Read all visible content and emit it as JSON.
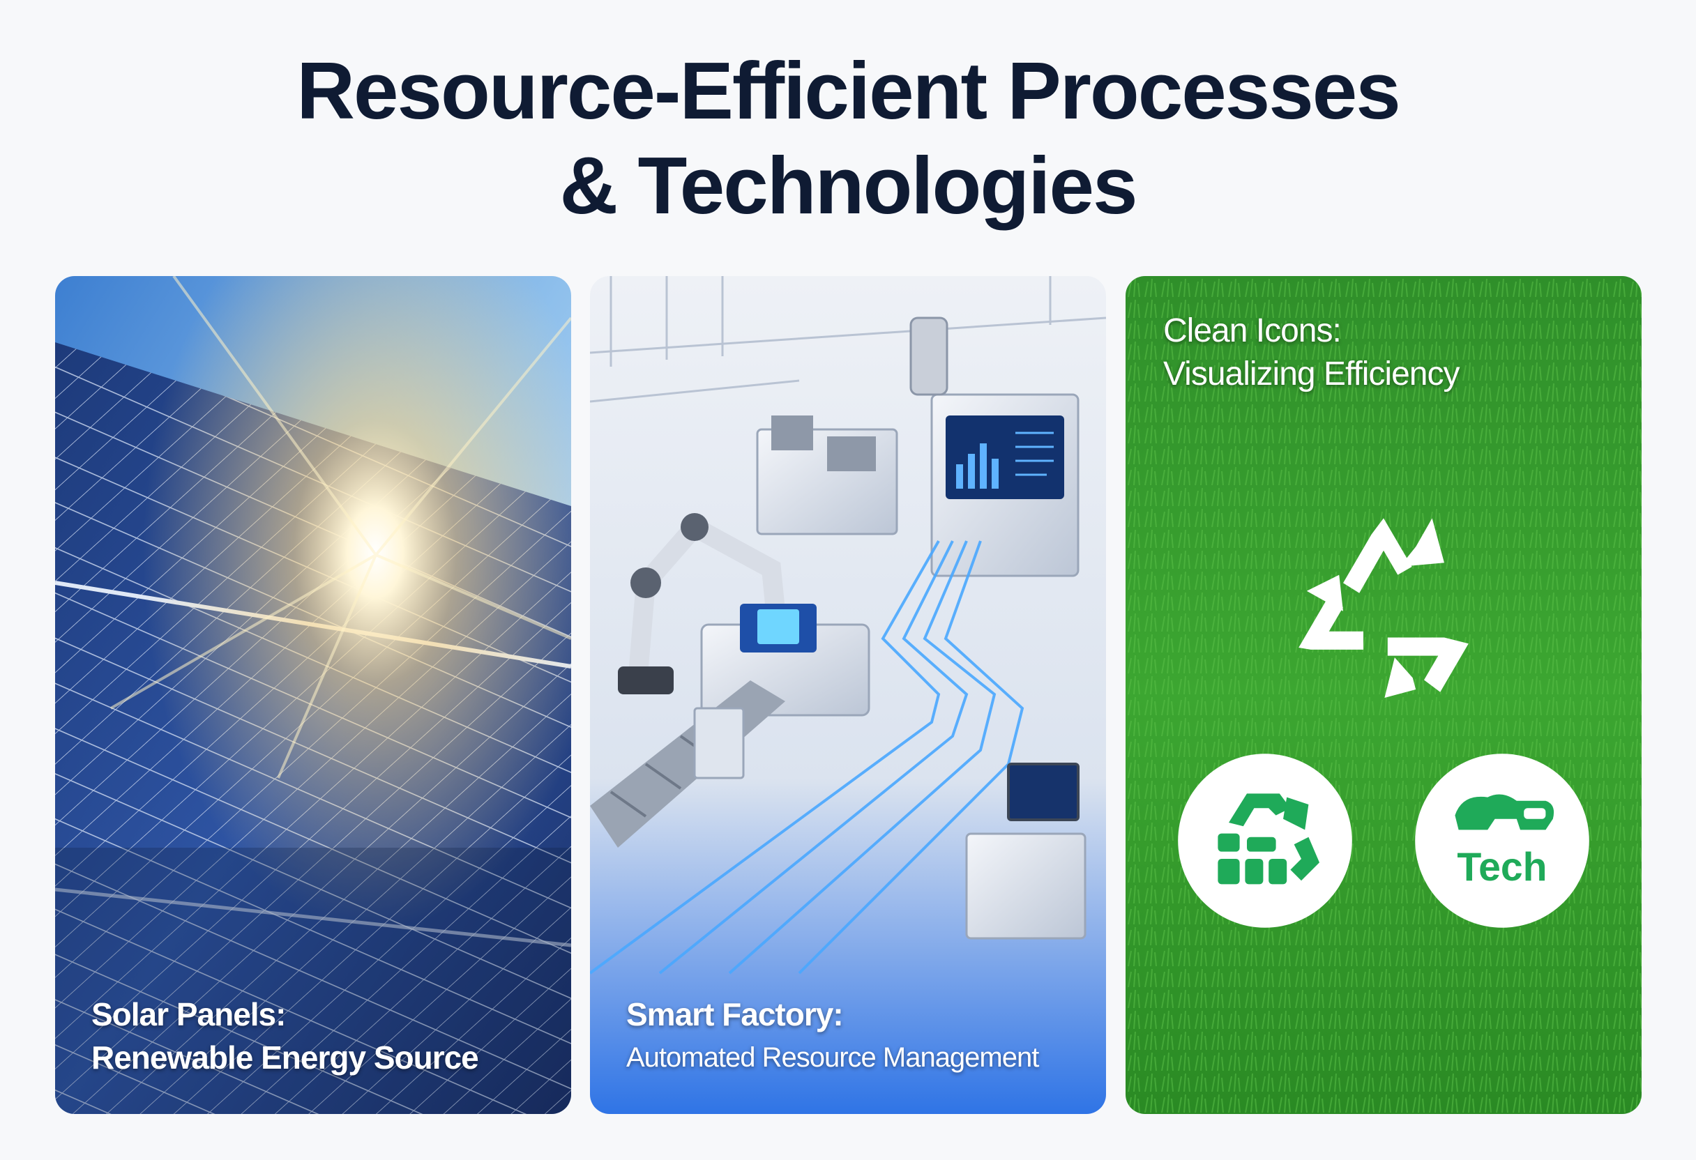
{
  "title": {
    "line1": "Resource-Efficient Processes",
    "line2": "& Technologies"
  },
  "cards": [
    {
      "caption_line1": "Solar Panels:",
      "caption_line2": "Renewable Energy Source",
      "image": "solar-panels-photo"
    },
    {
      "caption_line1": "Smart Factory:",
      "caption_line2": "Automated Resource Management",
      "image": "smart-factory-illustration"
    },
    {
      "caption_line1": "Clean Icons:",
      "caption_line2": "Visualizing Efficiency",
      "image": "grass-background",
      "icons": [
        "recycle-icon",
        "recycle-blocks-icon",
        "tech-icon"
      ],
      "tech_label": "Tech"
    }
  ],
  "colors": {
    "title": "#0f1b33",
    "icon_green": "#1faa59",
    "factory_blue": "#2f74e6"
  }
}
